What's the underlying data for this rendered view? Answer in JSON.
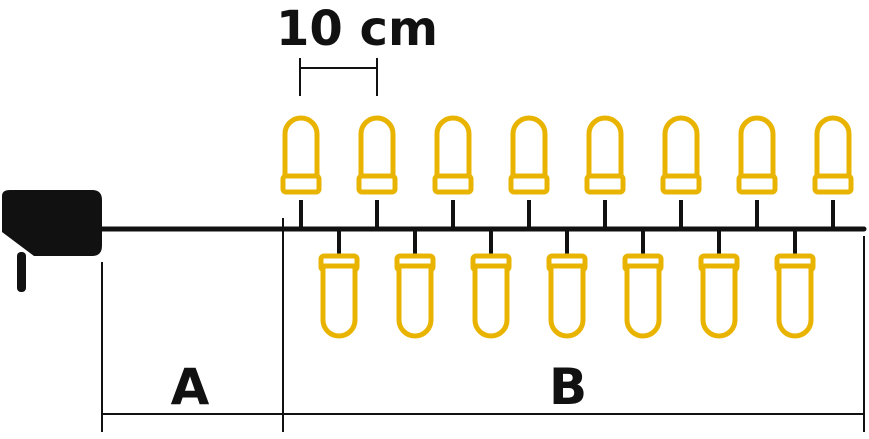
{
  "spacing_label": "10 cm",
  "section_a_label": "A",
  "section_b_label": "B",
  "bulbs_top_count": 8,
  "bulbs_bottom_count": 7,
  "colors": {
    "bulb": "#e8b400",
    "bulb_fill": "#ffffff",
    "cable": "#111111",
    "adapter": "#111111",
    "dimension": "#111111"
  }
}
